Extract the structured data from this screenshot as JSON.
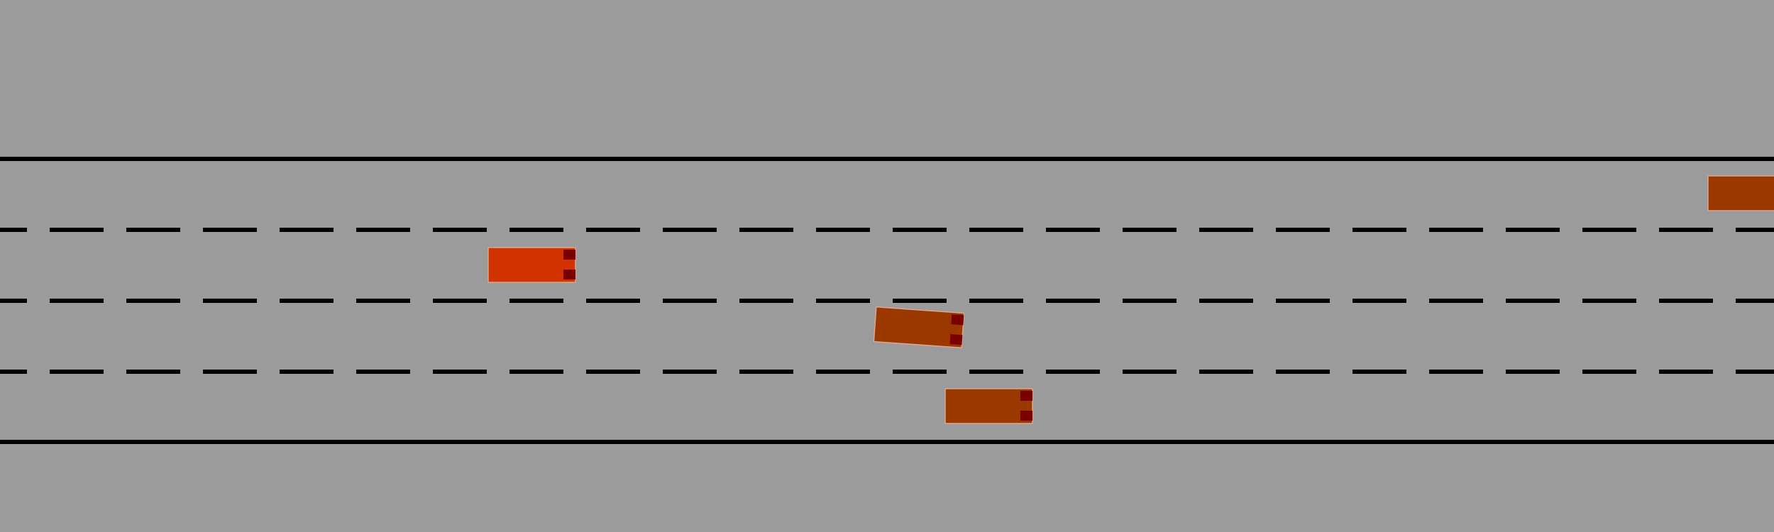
{
  "scene": {
    "type": "highway-driving-simulation",
    "lane_count": 4,
    "colors": {
      "road": "#9b9b9b",
      "road_edge_line": "#000000",
      "lane_divider_line": "#000000",
      "ego_vehicle": "#d23300",
      "other_vehicle": "#9b3800",
      "vehicle_lights": "#7a0000",
      "vehicle_outline": "#d8a890"
    },
    "vehicles": [
      {
        "id": "ego-vehicle",
        "role": "ego",
        "lane": 2,
        "heading": "right"
      },
      {
        "id": "vehicle-1",
        "role": "other",
        "lane": 1,
        "heading": "right"
      },
      {
        "id": "vehicle-2",
        "role": "other",
        "lane": 2,
        "heading": "right",
        "changing_lanes": true
      },
      {
        "id": "vehicle-3",
        "role": "other",
        "lane": 4,
        "heading": "right"
      }
    ]
  }
}
